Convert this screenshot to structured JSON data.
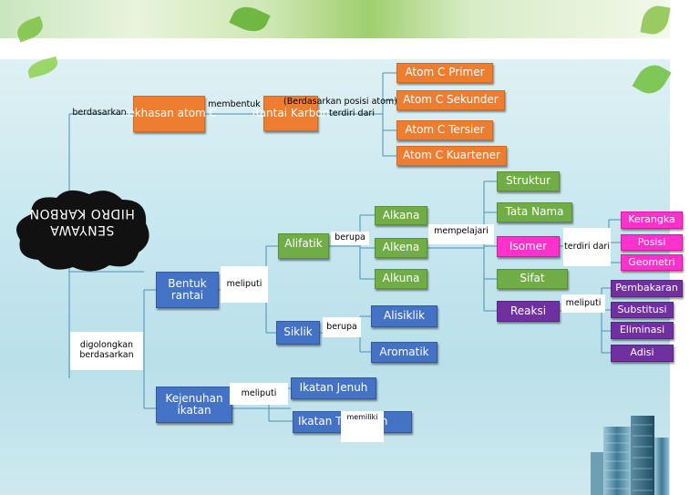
{
  "root": {
    "line1": "SENYAWA",
    "line2": "HIDRO KARBON"
  },
  "kekhasan": "Kekhasan atom C",
  "rantai_karbon": "Rantai Karbon",
  "atoms": [
    "Atom C Primer",
    "Atom C Sekunder",
    "Atom C Tersier",
    "Atom C Kuartener"
  ],
  "bentuk_rantai": "Bentuk rantai",
  "kejenuhan": "Kejenuhan ikatan",
  "alifatik": "Alifatik",
  "siklik": "Siklik",
  "alkana": "Alkana",
  "alkena": "Alkena",
  "alkuna": "Alkuna",
  "alisiklik": "Alisiklik",
  "aromatik": "Aromatik",
  "ikatan_jenuh": "Ikatan Jenuh",
  "ikatan_tak_jenuh": "Ikatan Tak Jenuh",
  "study": [
    "Struktur",
    "Tata Nama",
    "Isomer",
    "Sifat",
    "Reaksi"
  ],
  "isomer_types": [
    "Kerangka",
    "Posisi",
    "Geometri"
  ],
  "reaksi_types": [
    "Pembakaran",
    "Substitusi",
    "Eliminasi",
    "Adisi"
  ],
  "labels": {
    "berdasarkan": "berdasarkan",
    "membentuk": "membentuk",
    "berdasarkan_posisi": "(Berdasarkan posisi atom)",
    "terdiri_dari": "terdiri dari",
    "digolongkan": "digolongkan berdasarkan",
    "meliputi1": "meliputi",
    "berupa1": "berupa",
    "berupa2": "berupa",
    "mempelajari": "mempelajari",
    "terdiri_dari2": "terdiri dari",
    "meliputi2": "meliputi",
    "meliputi3": "meliputi",
    "memiliki": "memiliki"
  }
}
